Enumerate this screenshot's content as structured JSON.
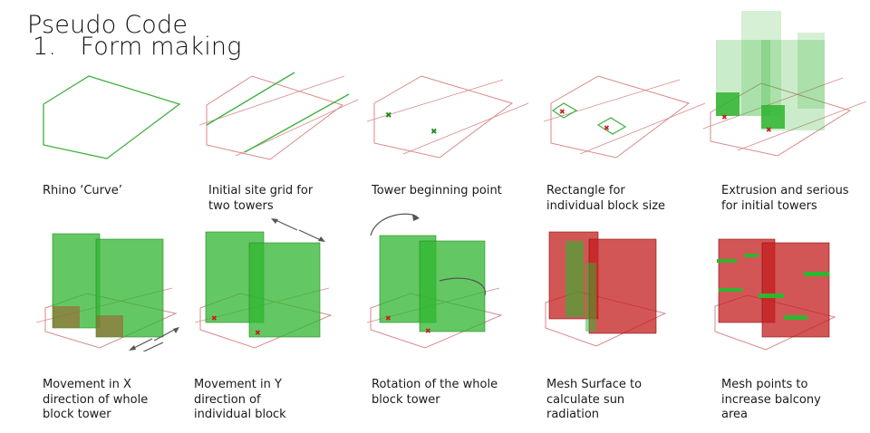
{
  "heading": {
    "title": "Pseudo Code",
    "section_number": "1.",
    "section_title": "Form making"
  },
  "colors": {
    "site_line": "#d88a8a",
    "curve_green": "#41b141",
    "block_green": "#2fb52f",
    "block_red": "#c41e1e",
    "arrow_gray": "#555555"
  },
  "steps": [
    {
      "caption": "Rhino ‘Curve’"
    },
    {
      "caption": "Initial site grid for\ntwo towers"
    },
    {
      "caption": "Tower beginning point"
    },
    {
      "caption": "Rectangle for\nindividual block size"
    },
    {
      "caption": "Extrusion and serious\nfor initial towers"
    },
    {
      "caption": "Movement in X\ndirection of whole\nblock tower"
    },
    {
      "caption": "Movement in Y\ndirection of\nindividual block"
    },
    {
      "caption": "Rotation of the whole\nblock tower"
    },
    {
      "caption": "Mesh Surface to\ncalculate sun\nradiation"
    },
    {
      "caption": "Mesh points to\nincrease balcony\narea"
    }
  ]
}
